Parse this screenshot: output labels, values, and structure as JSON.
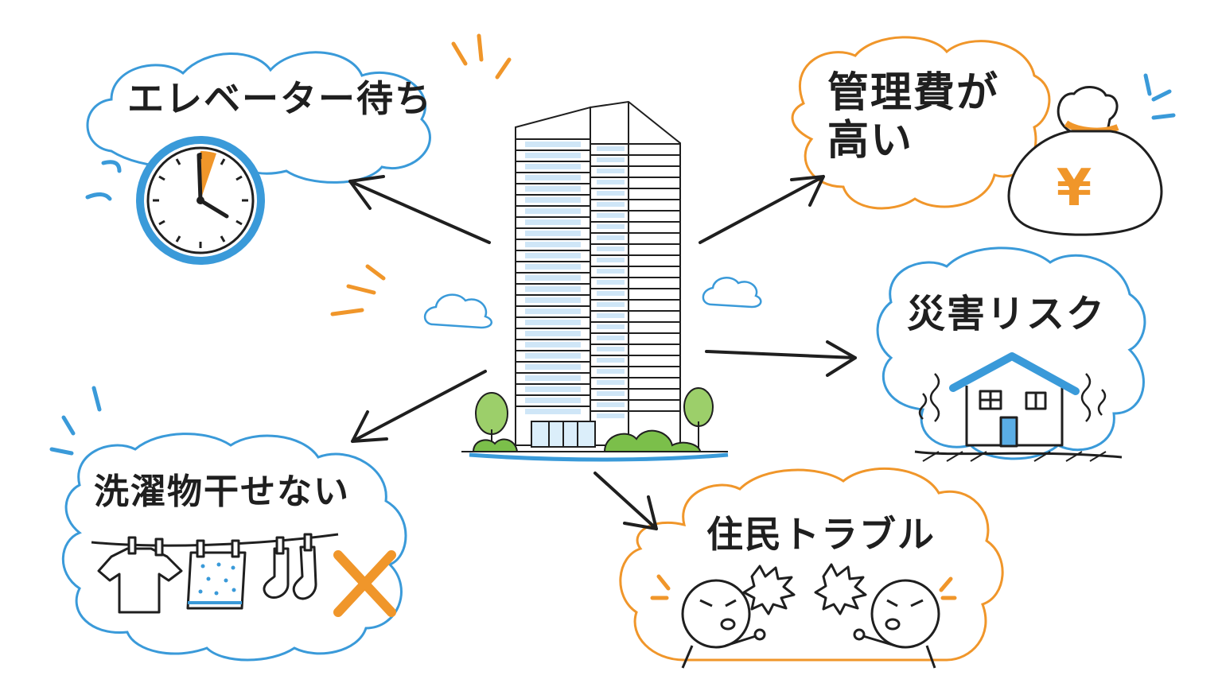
{
  "center": {
    "subject": "high-rise-apartment"
  },
  "bubbles": {
    "elevator": {
      "label": "エレベーター待ち",
      "icon": "clock-icon",
      "color": "#3a9ad9"
    },
    "fee": {
      "label": "管理費が高い",
      "icon": "yen-money-bag-icon",
      "color": "#f0962a"
    },
    "disaster": {
      "label": "災害リスク",
      "icon": "shaking-house-icon",
      "color": "#3a9ad9"
    },
    "laundry": {
      "label": "洗濯物干せない",
      "icon": "laundry-cross-icon",
      "color": "#3a9ad9"
    },
    "neighbor": {
      "label": "住民トラブル",
      "icon": "arguing-people-icon",
      "color": "#f0962a"
    }
  },
  "colors": {
    "ink": "#1f1f1f",
    "blue": "#3a9ad9",
    "orange": "#f0962a",
    "green": "#7bbf4a"
  },
  "fee_icon_symbol": "¥"
}
